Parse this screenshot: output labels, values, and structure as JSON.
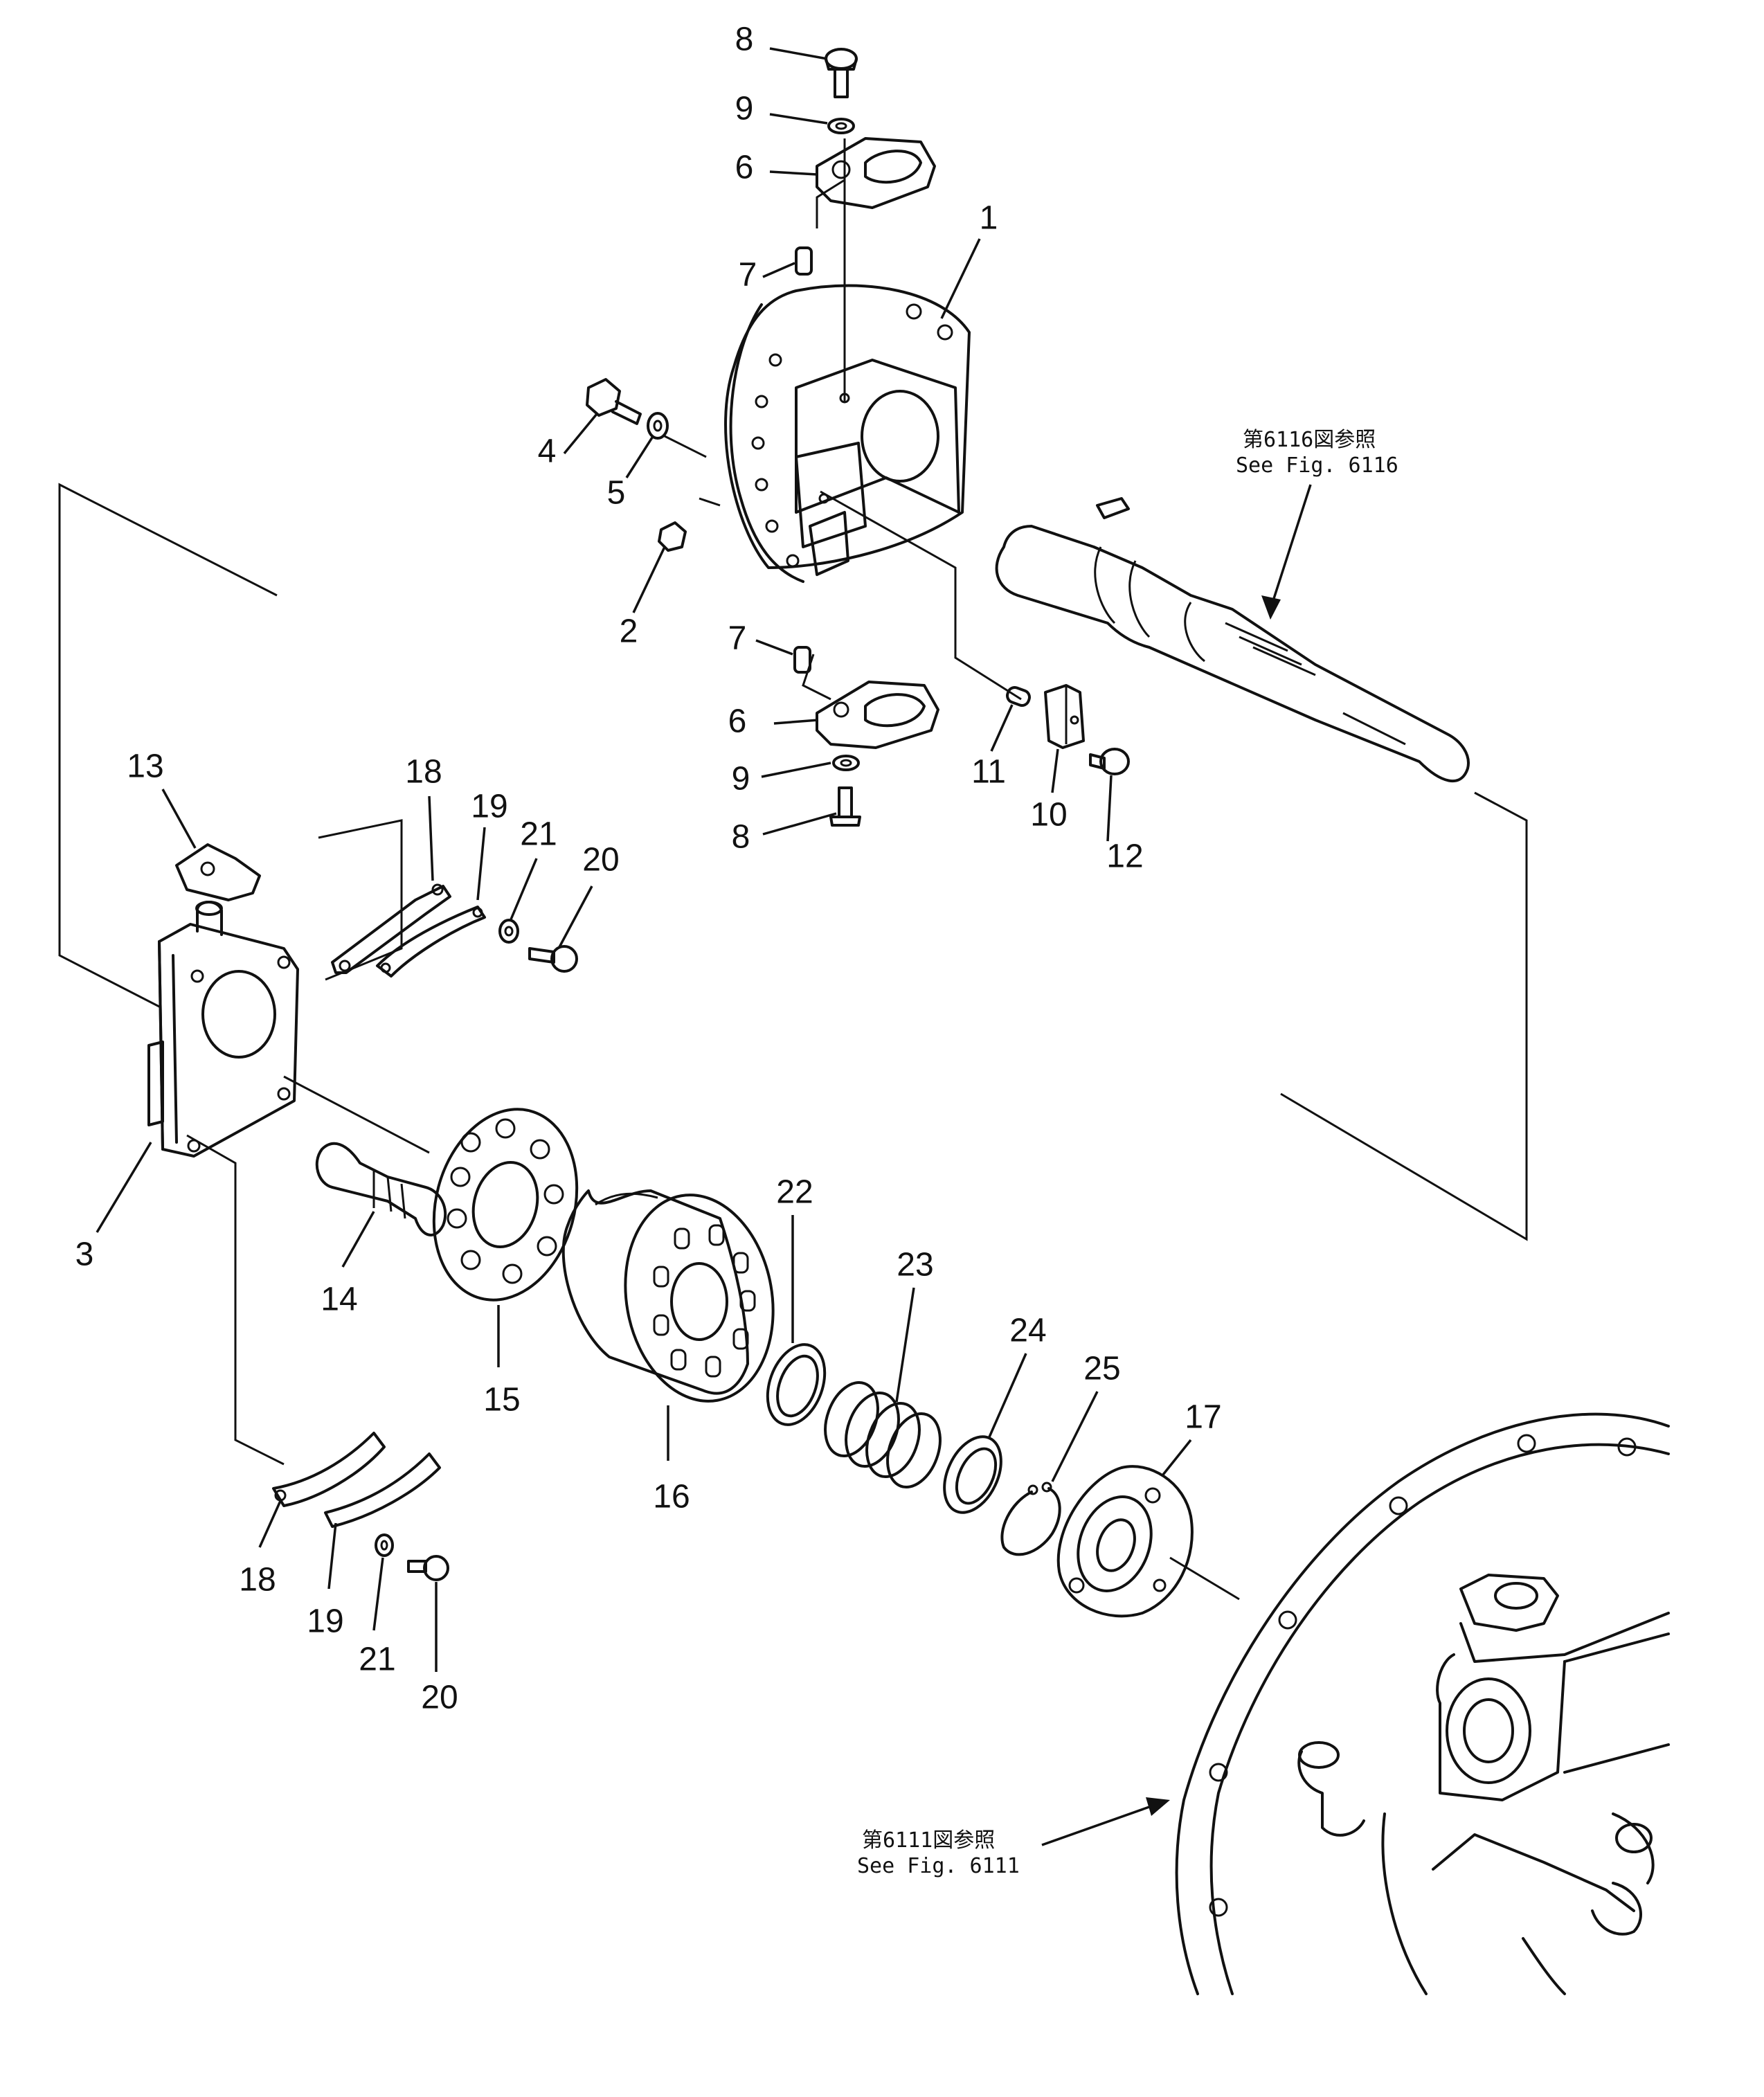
{
  "callouts": [
    {
      "id": "c8a",
      "text": "8"
    },
    {
      "id": "c9a",
      "text": "9"
    },
    {
      "id": "c6a",
      "text": "6"
    },
    {
      "id": "c7a",
      "text": "7"
    },
    {
      "id": "c1",
      "text": "1"
    },
    {
      "id": "c4",
      "text": "4"
    },
    {
      "id": "c5",
      "text": "5"
    },
    {
      "id": "c2",
      "text": "2"
    },
    {
      "id": "c7b",
      "text": "7"
    },
    {
      "id": "c6b",
      "text": "6"
    },
    {
      "id": "c9b",
      "text": "9"
    },
    {
      "id": "c8b",
      "text": "8"
    },
    {
      "id": "c11",
      "text": "11"
    },
    {
      "id": "c10",
      "text": "10"
    },
    {
      "id": "c12",
      "text": "12"
    },
    {
      "id": "c13",
      "text": "13"
    },
    {
      "id": "c18a",
      "text": "18"
    },
    {
      "id": "c19a",
      "text": "19"
    },
    {
      "id": "c21a",
      "text": "21"
    },
    {
      "id": "c20a",
      "text": "20"
    },
    {
      "id": "c3",
      "text": "3"
    },
    {
      "id": "c14",
      "text": "14"
    },
    {
      "id": "c15",
      "text": "15"
    },
    {
      "id": "c16",
      "text": "16"
    },
    {
      "id": "c22",
      "text": "22"
    },
    {
      "id": "c23",
      "text": "23"
    },
    {
      "id": "c24",
      "text": "24"
    },
    {
      "id": "c25",
      "text": "25"
    },
    {
      "id": "c17",
      "text": "17"
    },
    {
      "id": "c18b",
      "text": "18"
    },
    {
      "id": "c19b",
      "text": "19"
    },
    {
      "id": "c21b",
      "text": "21"
    },
    {
      "id": "c20b",
      "text": "20"
    }
  ],
  "references": {
    "shaft": {
      "jp": "第6116図参照",
      "en": "See Fig. 6116"
    },
    "housing": {
      "jp": "第6111図参照",
      "en": "See Fig. 6111"
    }
  }
}
